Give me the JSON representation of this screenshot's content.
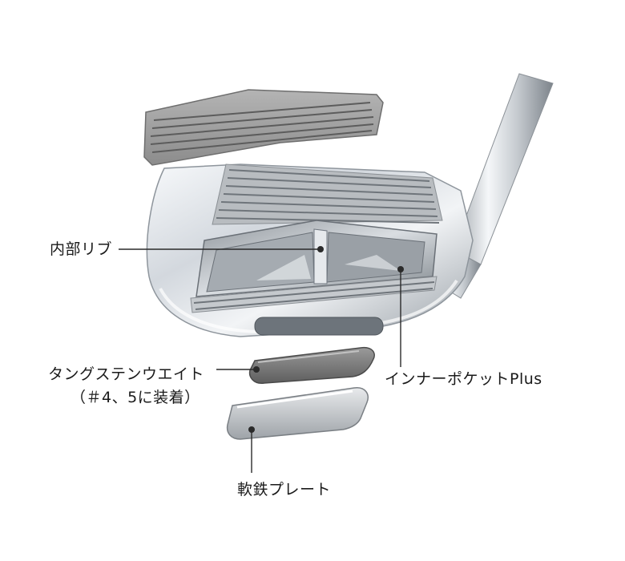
{
  "labels": {
    "internal_rib": "内部リブ",
    "tungsten_weight": "タングステンウエイト",
    "tungsten_note": "（＃4、5に装着）",
    "inner_pocket": "インナーポケットPlus",
    "soft_iron_plate": "軟鉄プレート"
  },
  "colors": {
    "text": "#1a1a1a",
    "leader_line": "#2a2a2a",
    "chrome_light": "#eef1f4",
    "chrome_dark": "#8d939a",
    "face_plate": "#9c9c9c",
    "tungsten": "#7d7d7d"
  }
}
